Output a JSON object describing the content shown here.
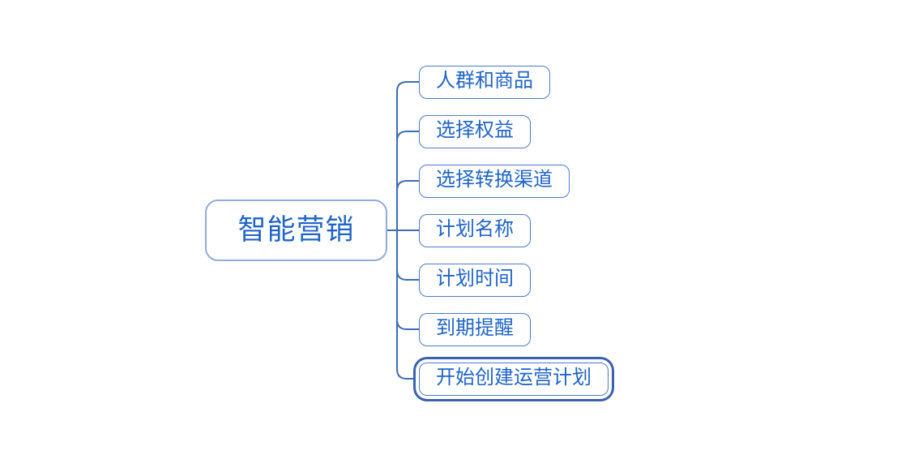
{
  "app": {
    "type": "mind-map-editor",
    "background_color": "#ffffff"
  },
  "colors": {
    "topic_text": "#2064c8",
    "root_border": "#92abdc",
    "child_border": "#4e7bc8",
    "connector": "#3e6cb5",
    "selection_ring": "#3a62b0"
  },
  "mindmap": {
    "root": {
      "label": "智能营销",
      "selected": false
    },
    "children": [
      {
        "label": "人群和商品",
        "selected": false
      },
      {
        "label": "选择权益",
        "selected": false
      },
      {
        "label": "选择转换渠道",
        "selected": false
      },
      {
        "label": "计划名称",
        "selected": false
      },
      {
        "label": "计划时间",
        "selected": false
      },
      {
        "label": "到期提醒",
        "selected": false
      },
      {
        "label": "开始创建运营计划",
        "selected": true
      }
    ]
  }
}
